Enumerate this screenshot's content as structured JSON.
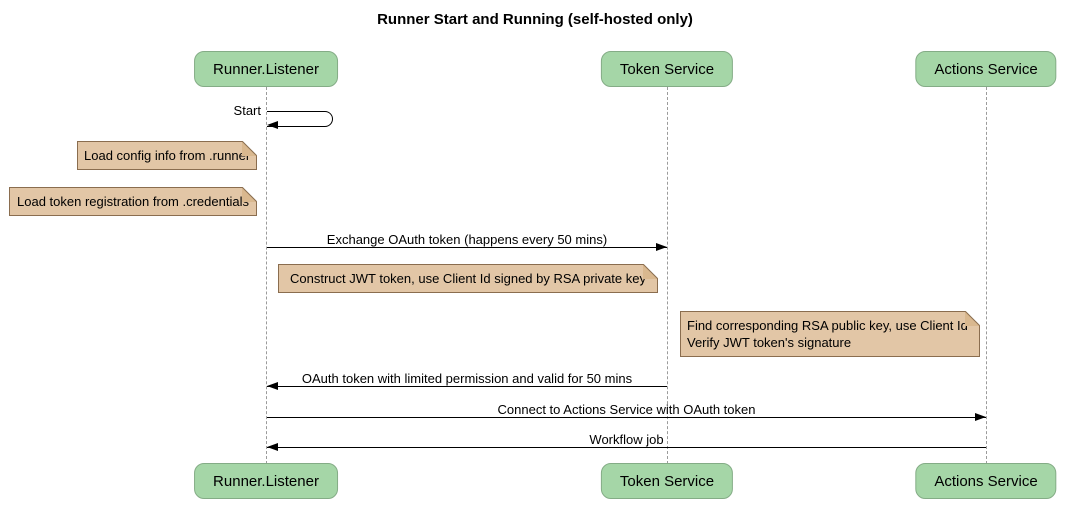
{
  "title": "Runner Start and Running (self-hosted only)",
  "participants": [
    {
      "name": "Runner.Listener"
    },
    {
      "name": "Token Service"
    },
    {
      "name": "Actions Service"
    }
  ],
  "self_message": {
    "label": "Start"
  },
  "messages": [
    {
      "label": "Exchange OAuth token (happens every 50 mins)",
      "from": "Runner.Listener",
      "to": "Token Service",
      "direction": "right"
    },
    {
      "label": "OAuth token with limited permission and valid for 50 mins",
      "from": "Token Service",
      "to": "Runner.Listener",
      "direction": "left"
    },
    {
      "label": "Connect to Actions Service with OAuth token",
      "from": "Runner.Listener",
      "to": "Actions Service",
      "direction": "right"
    },
    {
      "label": "Workflow job",
      "from": "Actions Service",
      "to": "Runner.Listener",
      "direction": "left"
    }
  ],
  "notes": [
    {
      "text": "Load config info from .runner"
    },
    {
      "text": "Load token registration from .credentials"
    },
    {
      "text": "Construct JWT token, use Client Id signed by RSA private key"
    },
    {
      "lines": [
        "Find corresponding RSA public key, use Client Id",
        "Verify JWT token's signature"
      ]
    }
  ],
  "colors": {
    "participant_fill": "#a5d6a7",
    "participant_border": "#84ac86",
    "note_fill": "#e2c6a6",
    "note_border": "#8a6d4f",
    "note_fold": "#d9b88f",
    "lifeline": "#9b9b9b",
    "arrow": "#000000",
    "background": "#ffffff",
    "text": "#000000"
  }
}
